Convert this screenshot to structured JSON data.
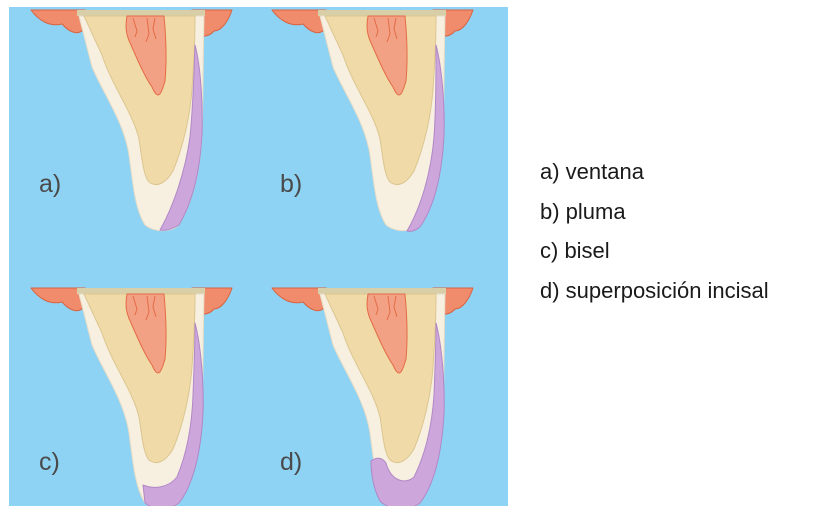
{
  "colors": {
    "background": "#8fd3f4",
    "gum": "#f08b6c",
    "gum_edge": "#d9623f",
    "enamel": "#f7efdf",
    "dentin": "#efdaa8",
    "pulp": "#f3a184",
    "pulp_edge": "#e36b46",
    "crown_line": "#d8cfa8",
    "veneer": "#cda6dc",
    "veneer_edge": "#b088c6",
    "label": "#4a4a4a"
  },
  "panels": [
    {
      "label": "a)",
      "preparation": "window"
    },
    {
      "label": "b)",
      "preparation": "feather"
    },
    {
      "label": "c)",
      "preparation": "bevel"
    },
    {
      "label": "d)",
      "preparation": "incisal-overlap"
    }
  ],
  "legend": [
    {
      "text": "a) ventana"
    },
    {
      "text": "b) pluma"
    },
    {
      "text": "c) bisel"
    },
    {
      "text": "d) superposición incisal"
    }
  ]
}
